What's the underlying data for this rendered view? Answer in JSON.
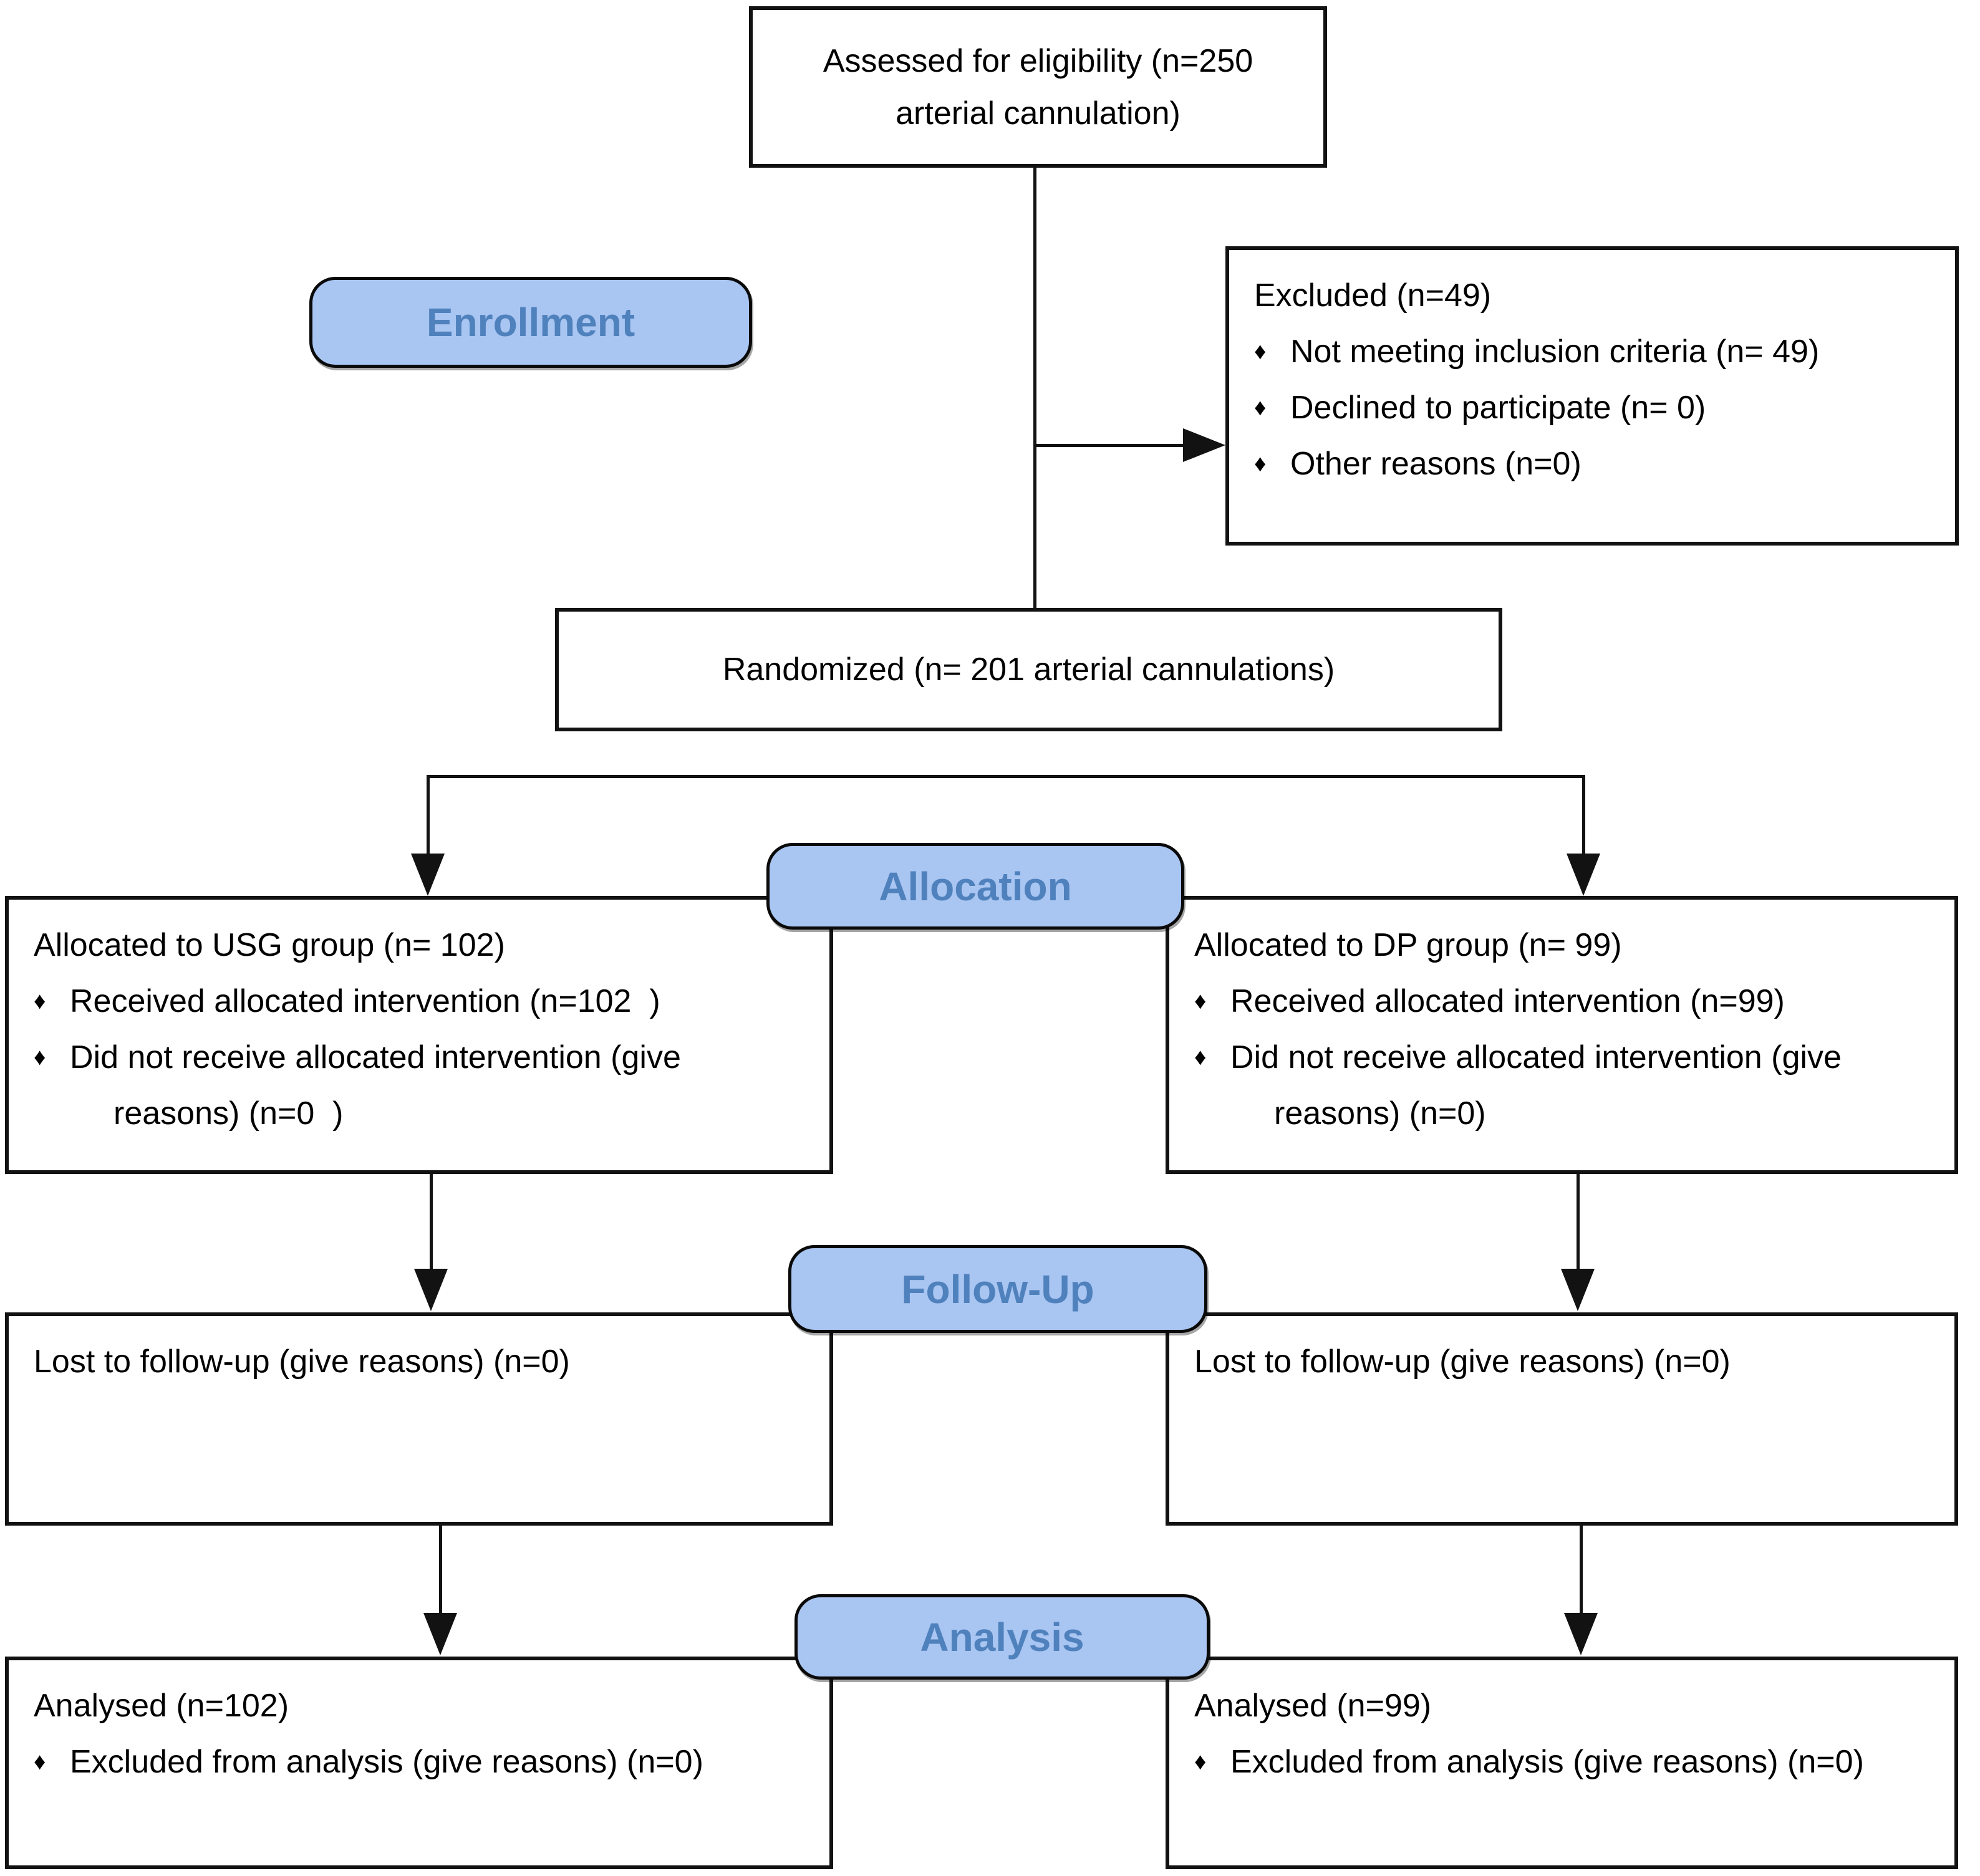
{
  "glyphs": {
    "bullet": "♦"
  },
  "colors": {
    "stage_fill": "#a9c5f1",
    "stage_text": "#4f81bd",
    "box_border": "#121212",
    "line": "#121212",
    "background": "#ffffff"
  },
  "stage_labels": {
    "enrollment": "Enrollment",
    "allocation": "Allocation",
    "followup": "Follow-Up",
    "analysis": "Analysis"
  },
  "boxes": {
    "assessed": {
      "line1": "Assessed for eligibility (n=250",
      "line2": "arterial cannulation)"
    },
    "excluded": {
      "title": "Excluded (n=49)",
      "items": [
        "Not meeting inclusion criteria (n= 49)",
        "Declined to participate (n= 0)",
        "Other reasons (n=0)"
      ]
    },
    "randomized": {
      "text": "Randomized (n= 201 arterial cannulations)"
    },
    "allocated_usg": {
      "title": "Allocated to USG group (n= 102)",
      "items": [
        "Received allocated intervention (n=102  )",
        "Did not receive allocated intervention (give reasons) (n=0  )"
      ]
    },
    "allocated_dp": {
      "title": "Allocated to DP group (n= 99)",
      "items": [
        "Received allocated intervention (n=99)",
        "Did not receive allocated intervention (give reasons) (n=0)"
      ]
    },
    "followup_usg": {
      "title": "Lost to follow-up (give reasons) (n=0)"
    },
    "followup_dp": {
      "title": "Lost to follow-up (give reasons) (n=0)"
    },
    "analysed_usg": {
      "title": "Analysed (n=102)",
      "items": [
        "Excluded from analysis (give reasons) (n=0)"
      ]
    },
    "analysed_dp": {
      "title": "Analysed (n=99)",
      "items": [
        "Excluded from analysis (give reasons) (n=0)"
      ]
    }
  }
}
